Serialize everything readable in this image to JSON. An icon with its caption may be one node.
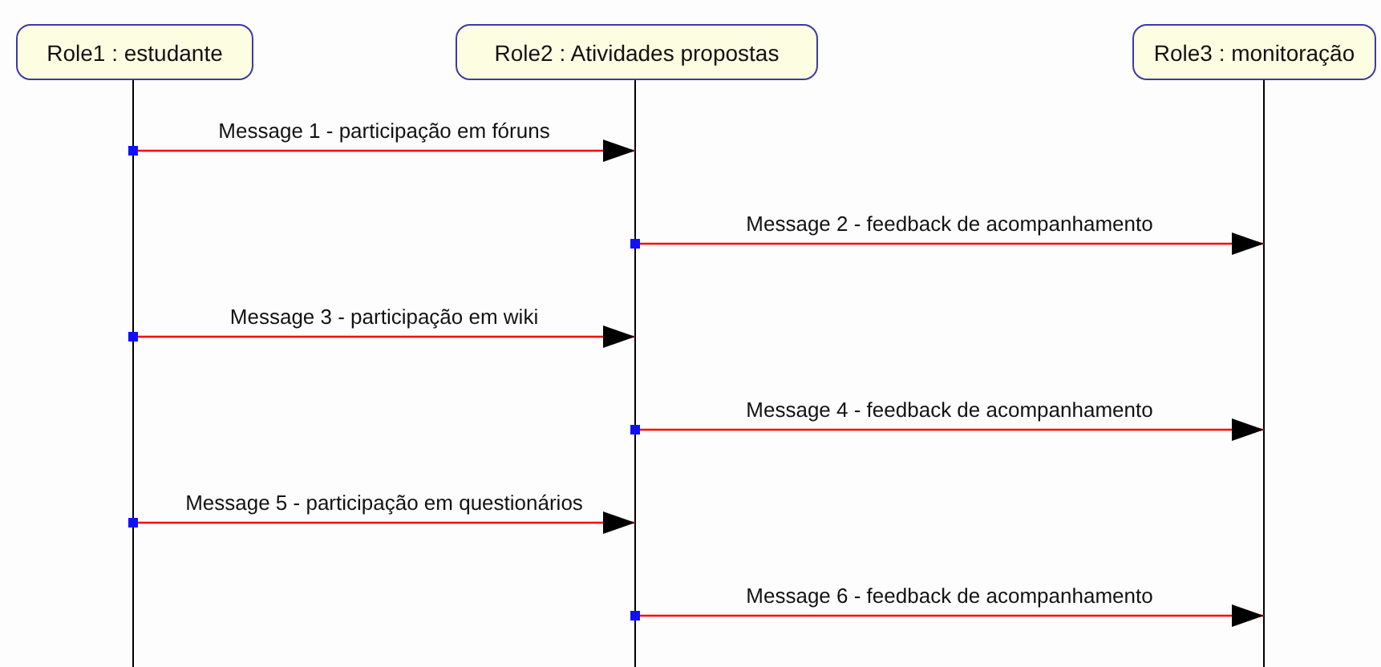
{
  "diagram": {
    "nodes": [
      {
        "text": [
          "Role1 : estudante"
        ]
      },
      {
        "text": [
          "Role2 : Atividades propostas"
        ]
      },
      {
        "text": [
          "Role3 : monitoração"
        ]
      }
    ],
    "edges": [
      {
        "from": 0,
        "to": 1,
        "arrow": "to",
        "label": "Message 1 - participação em fóruns"
      },
      {
        "from": 1,
        "to": 2,
        "arrow": "to",
        "label": "Message 2 - feedback de acompanhamento"
      },
      {
        "from": 0,
        "to": 1,
        "arrow": "to",
        "label": "Message 3 - participação em wiki"
      },
      {
        "from": 1,
        "to": 2,
        "arrow": "to",
        "label": "Message 4 - feedback de acompanhamento"
      },
      {
        "from": 0,
        "to": 1,
        "arrow": "to",
        "label": "Message 5 - participação em questionários"
      },
      {
        "from": 1,
        "to": 2,
        "arrow": "to",
        "label": "Message 6 - feedback de acompanhamento"
      }
    ]
  }
}
